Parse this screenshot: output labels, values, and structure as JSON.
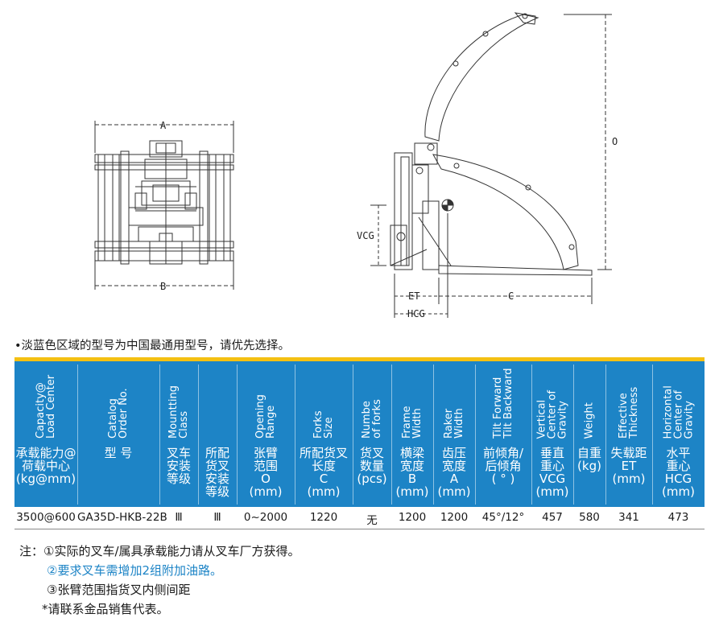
{
  "drawing": {
    "front_view": {
      "dim_top": "A",
      "dim_bottom": "B"
    },
    "side_view": {
      "dim_height": "O",
      "dim_vcg": "VCG",
      "dim_fork": "C",
      "dim_et": "ET",
      "dim_hcg": "HCG"
    }
  },
  "note_top": "•淡蓝色区域的型号为中国最通用型号，请优先选择。",
  "table": {
    "headers": [
      {
        "en": "Capacity@\nLoad Center",
        "cn": "承载能力@\n荷载中心\n(kg@mm)"
      },
      {
        "en": "Catalog\nOrder No.",
        "cn": "型 号"
      },
      {
        "en": "Mountting\nClass",
        "cn": "叉车\n安装\n等级"
      },
      {
        "en": "",
        "cn": "所配\n货叉\n安装\n等级"
      },
      {
        "en": "Opening\nRange",
        "cn": "张臂\n范围\nO\n(mm)"
      },
      {
        "en": "Forks\nSize",
        "cn": "所配货叉\n长度\nC\n(mm)"
      },
      {
        "en": "Numbe\nof forks",
        "cn": "货叉\n数量\n(pcs)"
      },
      {
        "en": "Frame\nWidth",
        "cn": "横梁\n宽度\nB\n(mm)"
      },
      {
        "en": "Raker\nWidth",
        "cn": "齿压\n宽度\nA\n(mm)"
      },
      {
        "en": "Tilt Forward\nTilt Backward",
        "cn": "前倾角/\n后倾角\n( ° )"
      },
      {
        "en": "Vertical\nCenter of\nGravity",
        "cn": "垂直\n重心\nVCG\n(mm)"
      },
      {
        "en": "Weight",
        "cn": "自重\n(kg)"
      },
      {
        "en": "Effective\nThickness",
        "cn": "失载距\nET\n(mm)"
      },
      {
        "en": "Horizontal\nCenter of\nGravity",
        "cn": "水平\n重心\nHCG\n(mm)"
      }
    ],
    "row": [
      "3500@600",
      "GA35D-HKB-22B",
      "Ⅲ",
      "Ⅲ",
      "0~2000",
      "1220",
      "无",
      "1200",
      "1200",
      "45°/12°",
      "457",
      "580",
      "341",
      "473"
    ]
  },
  "notes": {
    "n1": "注：①实际的叉车/属具承载能力请从叉车厂方获得。",
    "n2": "②要求叉车需增加2组附加油路。",
    "n3": "③张臂范围指货叉内侧间距",
    "n4": "*请联系金品销售代表。"
  },
  "colors": {
    "header_bg": "#1d84c6",
    "accent_band": "#f4c012",
    "highlight_text": "#1d84c6"
  }
}
